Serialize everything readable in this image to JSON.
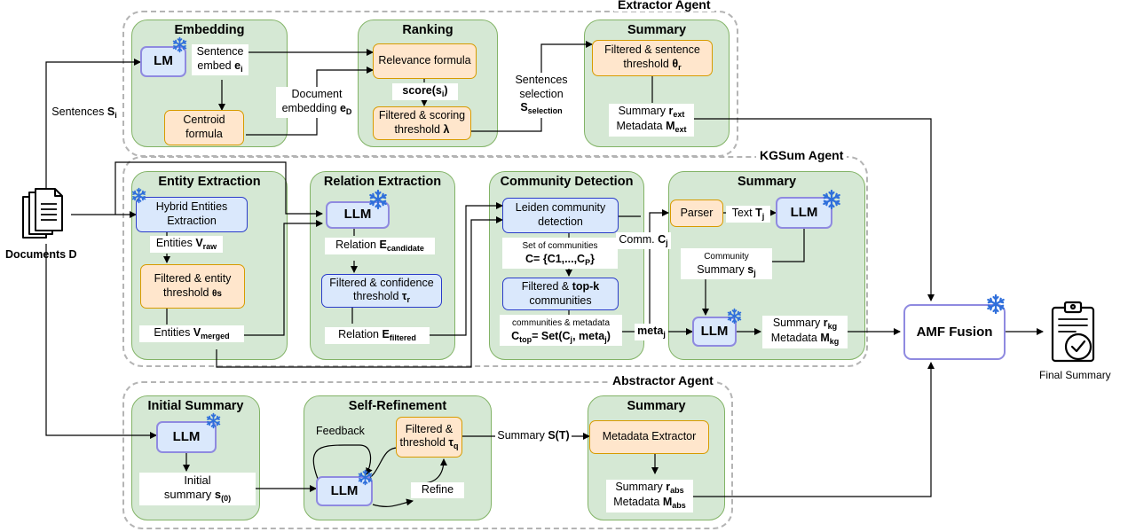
{
  "agents": {
    "extractor": "Extractor Agent",
    "kgsum": "KGSum Agent",
    "abstractor": "Abstractor Agent"
  },
  "panels": {
    "embedding": "Embedding",
    "ranking": "Ranking",
    "ext_summary": "Summary",
    "entity_extraction": "Entity Extraction",
    "relation_extraction": "Relation Extraction",
    "community_detection": "Community Detection",
    "kg_summary": "Summary",
    "initial_summary": "Initial Summary",
    "self_refinement": "Self-Refinement",
    "abs_summary": "Summary"
  },
  "extractor": {
    "lm": "LM",
    "sentence_embed": "Sentence",
    "sentence_embed_2": "embed",
    "sentence_embed_var": "e",
    "sentence_embed_sub": "i",
    "centroid_1": "Centroid",
    "centroid_2": "formula",
    "doc_emb_1": "Document",
    "doc_emb_2": "embedding",
    "doc_emb_var": "e",
    "doc_emb_sub": "D",
    "relevance": "Relevance formula",
    "score": "score(s",
    "score_sub": "i",
    "score_close": ")",
    "filtered_scoring_1": "Filtered & scoring",
    "filtered_scoring_2": "threshold",
    "lambda": "λ",
    "sel_1": "Sentences",
    "sel_2": "selection",
    "sel_var": "S",
    "sel_sub": "selection",
    "filt_sentence_1": "Filtered & sentence",
    "filt_sentence_2": "threshold",
    "theta": "θ",
    "theta_sub": "r",
    "summary_label": "Summary",
    "summary_var": "r",
    "summary_sub": "ext",
    "metadata_label": "Metadata",
    "metadata_var": "M",
    "metadata_sub": "ext"
  },
  "inputs": {
    "sentences": "Sentences",
    "sentences_var": "S",
    "sentences_sub": "i",
    "documents": "Documents D",
    "final_summary": "Final Summary"
  },
  "kgsum": {
    "hybrid_1": "Hybrid Entities",
    "hybrid_2": "Extraction",
    "entities_raw": "Entities",
    "entities_raw_var": "V",
    "entities_raw_sub": "raw",
    "filt_entity_1": "Filtered & entity",
    "filt_entity_2": "threshold",
    "theta_s": "θs",
    "entities_merged": "Entities",
    "entities_merged_var": "V",
    "entities_merged_sub": "merged",
    "llm": "LLM",
    "relation_candidate": "Relation",
    "relation_candidate_var": "E",
    "relation_candidate_sub": "candidate",
    "filt_conf_1": "Filtered & confidence",
    "filt_conf_2": "threshold",
    "tau": "τ",
    "tau_sub": "r",
    "relation_filtered": "Relation",
    "relation_filtered_var": "E",
    "relation_filtered_sub": "filtered",
    "leiden_1": "Leiden community",
    "leiden_2": "detection",
    "set_comm": "Set of communities",
    "set_formula": "C= {C1,...,C",
    "set_formula_sub": "P",
    "set_formula_close": "}",
    "topk_1": "Filtered & ",
    "topk_bold": "top-k",
    "topk_2": "communities",
    "comm_meta": "communities & metadata",
    "ctop_var": "C",
    "ctop_sub": "top",
    "ctop_eq": "= Set(C",
    "ctop_sub2": "j",
    "ctop_meta": ", meta",
    "ctop_sub3": "j",
    "ctop_close": ")",
    "comm_cj": "Comm.",
    "comm_cj_var": "C",
    "comm_cj_sub": "j",
    "meta_label": "meta",
    "meta_sub": "j",
    "parser": "Parser",
    "text_t": "Text",
    "text_t_var": "T",
    "text_t_sub": "j",
    "community": "Community",
    "comm_summary": "Summary",
    "comm_summary_var": "s",
    "comm_summary_sub": "j",
    "summary_label": "Summary",
    "summary_var": "r",
    "summary_sub": "kg",
    "metadata_label": "Metadata",
    "metadata_var": "M",
    "metadata_sub": "kg"
  },
  "fusion": {
    "label": "AMF Fusion"
  },
  "abstractor": {
    "llm": "LLM",
    "initial_1": "Initial",
    "initial_2": "summary",
    "initial_var": "s",
    "initial_sub": "(0)",
    "feedback": "Feedback",
    "filt_th_1": "Filtered &",
    "filt_th_2": "threshold",
    "tau_q": "τ",
    "tau_q_sub": "q",
    "refine": "Refine",
    "summary_st": "Summary",
    "summary_st_var": "S(T)",
    "metadata_extractor": "Metadata Extractor",
    "summary_label": "Summary",
    "summary_var": "r",
    "summary_sub": "abs",
    "metadata_label": "Metadata",
    "metadata_var": "M",
    "metadata_sub": "abs"
  },
  "colors": {
    "panel_fill": "#d5e8d4",
    "panel_border": "#82b366",
    "orange_fill": "#ffe6cc",
    "orange_border": "#d79b00",
    "blue_fill": "#dae8fc",
    "blue_border": "#2a3cc9",
    "llm_border": "#8f8ae0",
    "snowflake": "#2f6fdb",
    "agent_border": "#b4b4b4"
  },
  "icons": [
    "snowflake-icon",
    "documents-icon",
    "clipboard-check-icon"
  ]
}
